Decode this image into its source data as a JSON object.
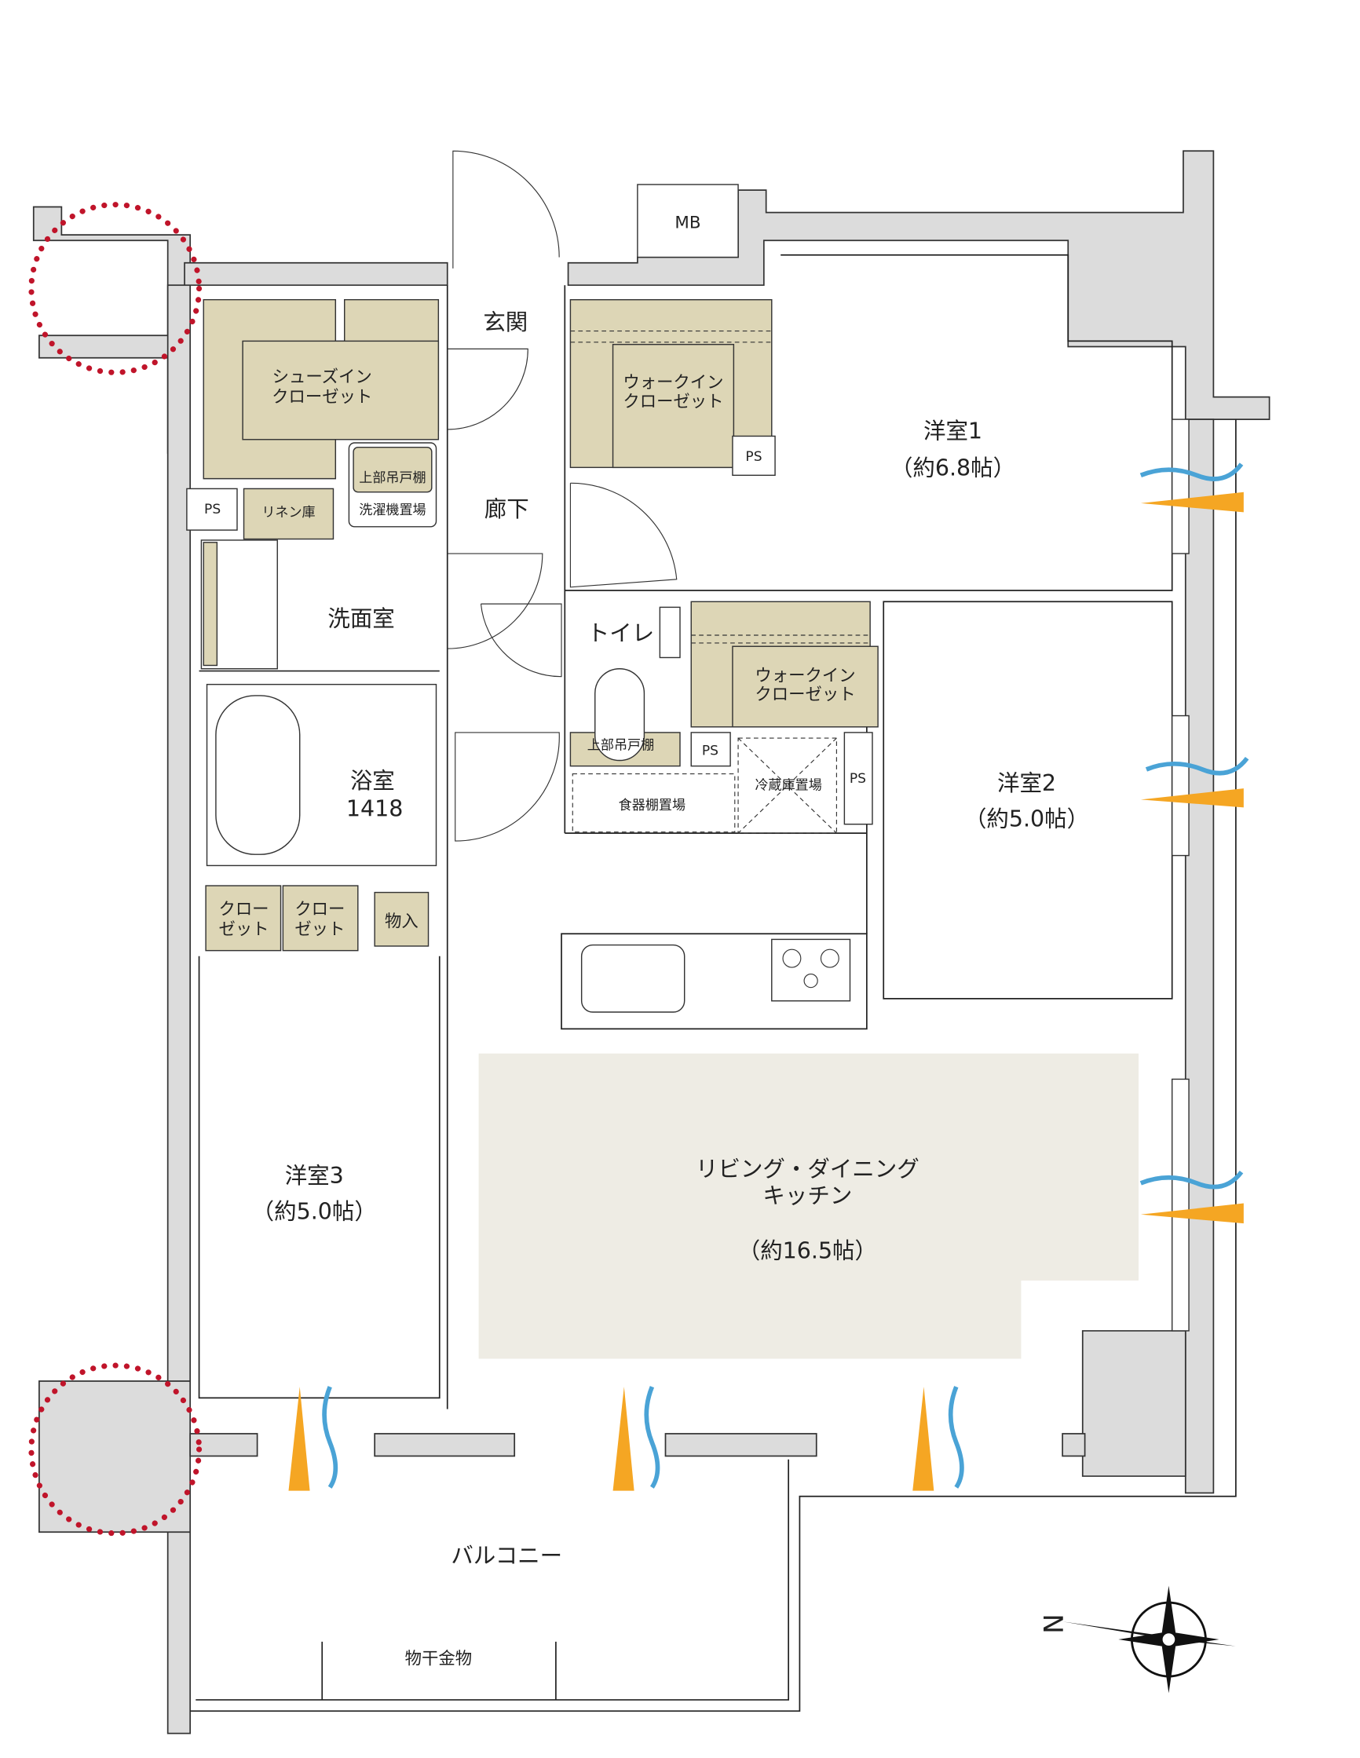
{
  "plan": {
    "rooms": {
      "entrance": "玄関",
      "hallway": "廊下",
      "shoe_closet_1": "シューズイン",
      "shoe_closet_2": "クローゼット",
      "wic1_1": "ウォークイン",
      "wic1_2": "クローゼット",
      "wic2_1": "ウォークイン",
      "wic2_2": "クローゼット",
      "bedroom1": "洋室1",
      "bedroom1_size": "（約6.8帖）",
      "bedroom2": "洋室2",
      "bedroom2_size": "（約5.0帖）",
      "bedroom3": "洋室3",
      "bedroom3_size": "（約5.0帖）",
      "ldk_1": "リビング・ダイニング",
      "ldk_2": "キッチン",
      "ldk_size": "（約16.5帖）",
      "washroom": "洗面室",
      "bathroom": "浴室",
      "bathroom_size": "1418",
      "toilet": "トイレ",
      "balcony": "バルコニー"
    },
    "fixtures": {
      "mb": "MB",
      "ps": "PS",
      "linen": "リネン庫",
      "upper_shelf": "上部吊戸棚",
      "washer": "洗濯機置場",
      "fridge": "冷蔵庫置場",
      "cupboard": "食器棚置場",
      "storage": "物入",
      "closet_1": "クロー",
      "closet_2": "ゼット",
      "laundry_rack": "物干金物"
    },
    "compass": {
      "label": "N"
    },
    "colors": {
      "closet": "#ddd6b6",
      "wall": "#dcdcdc",
      "ldk": "#eeece4",
      "pillar_mark": "#c0142a",
      "warm_air": "#f5a623",
      "cool_air": "#4aa3d6"
    }
  }
}
